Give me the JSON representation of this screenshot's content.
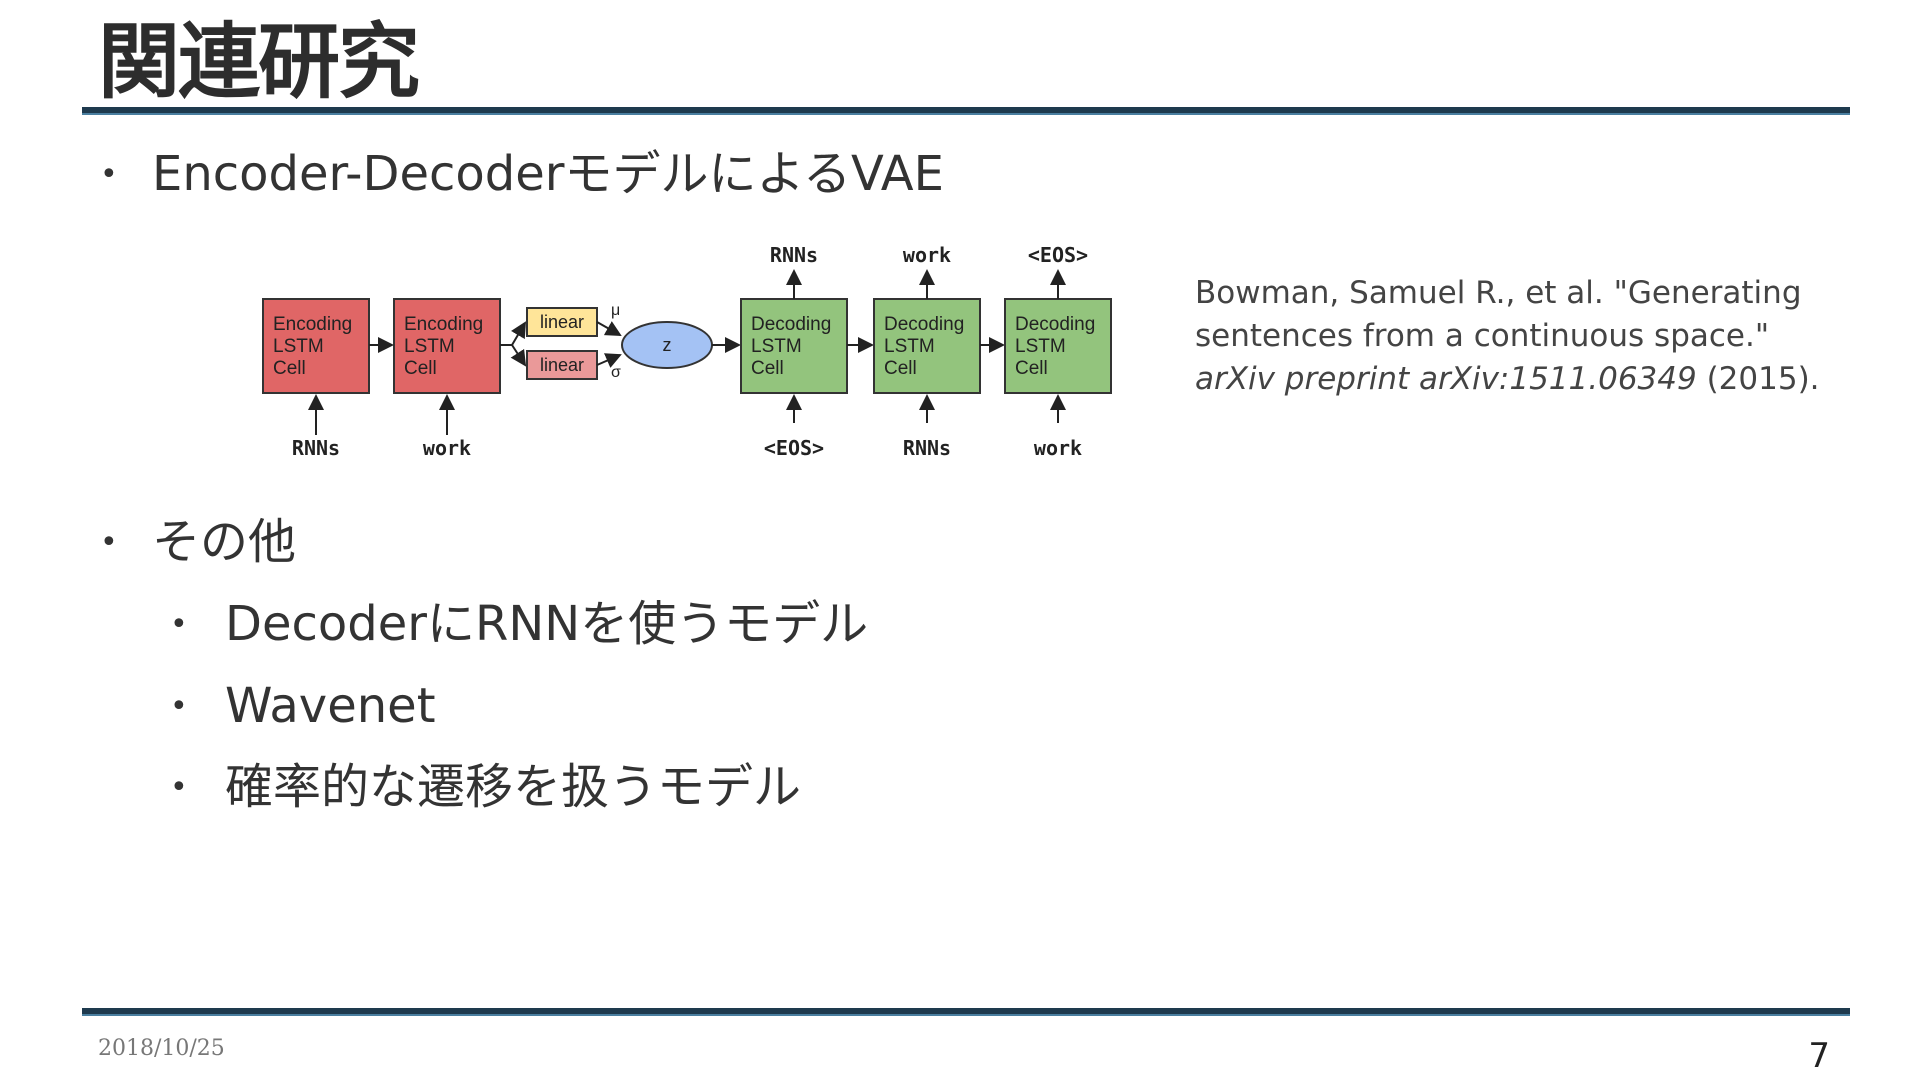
{
  "slide": {
    "title": "関連研究",
    "bullets": [
      {
        "label": "Encoder-DecoderモデルによるVAE"
      },
      {
        "label": "その他"
      }
    ],
    "sub_bullets": [
      {
        "label": "DecoderにRNNを使うモデル"
      },
      {
        "label": "Wavenet"
      },
      {
        "label": "確率的な遷移を扱うモデル"
      }
    ],
    "citation": {
      "line1": "Bowman, Samuel R., et al. \"Generating",
      "line2": "sentences from a continuous space.\"",
      "journal": "arXiv preprint arXiv:1511.06349",
      "year": " (2015)."
    },
    "footer": {
      "date": "2018/10/25",
      "page": "7"
    },
    "bullet_glyph": "•"
  },
  "diagram": {
    "encoders": [
      {
        "line1": "Encoding",
        "line2": "LSTM",
        "line3": "Cell",
        "input": "RNNs"
      },
      {
        "line1": "Encoding",
        "line2": "LSTM",
        "line3": "Cell",
        "input": "work"
      }
    ],
    "linear_mu": "linear",
    "linear_sigma": "linear",
    "mu_symbol": "μ",
    "sigma_symbol": "σ",
    "z_label": "z",
    "decoders": [
      {
        "line1": "Decoding",
        "line2": "LSTM",
        "line3": "Cell",
        "input": "<EOS>",
        "output": "RNNs"
      },
      {
        "line1": "Decoding",
        "line2": "LSTM",
        "line3": "Cell",
        "input": "RNNs",
        "output": "work"
      },
      {
        "line1": "Decoding",
        "line2": "LSTM",
        "line3": "Cell",
        "input": "work",
        "output": "<EOS>"
      }
    ],
    "colors": {
      "encoder_fill": "#e06666",
      "decoder_fill": "#93c47d",
      "linear_mu_fill": "#ffe599",
      "linear_sigma_fill": "#ea9999",
      "z_fill": "#a4c2f4",
      "stroke": "#333333"
    }
  }
}
